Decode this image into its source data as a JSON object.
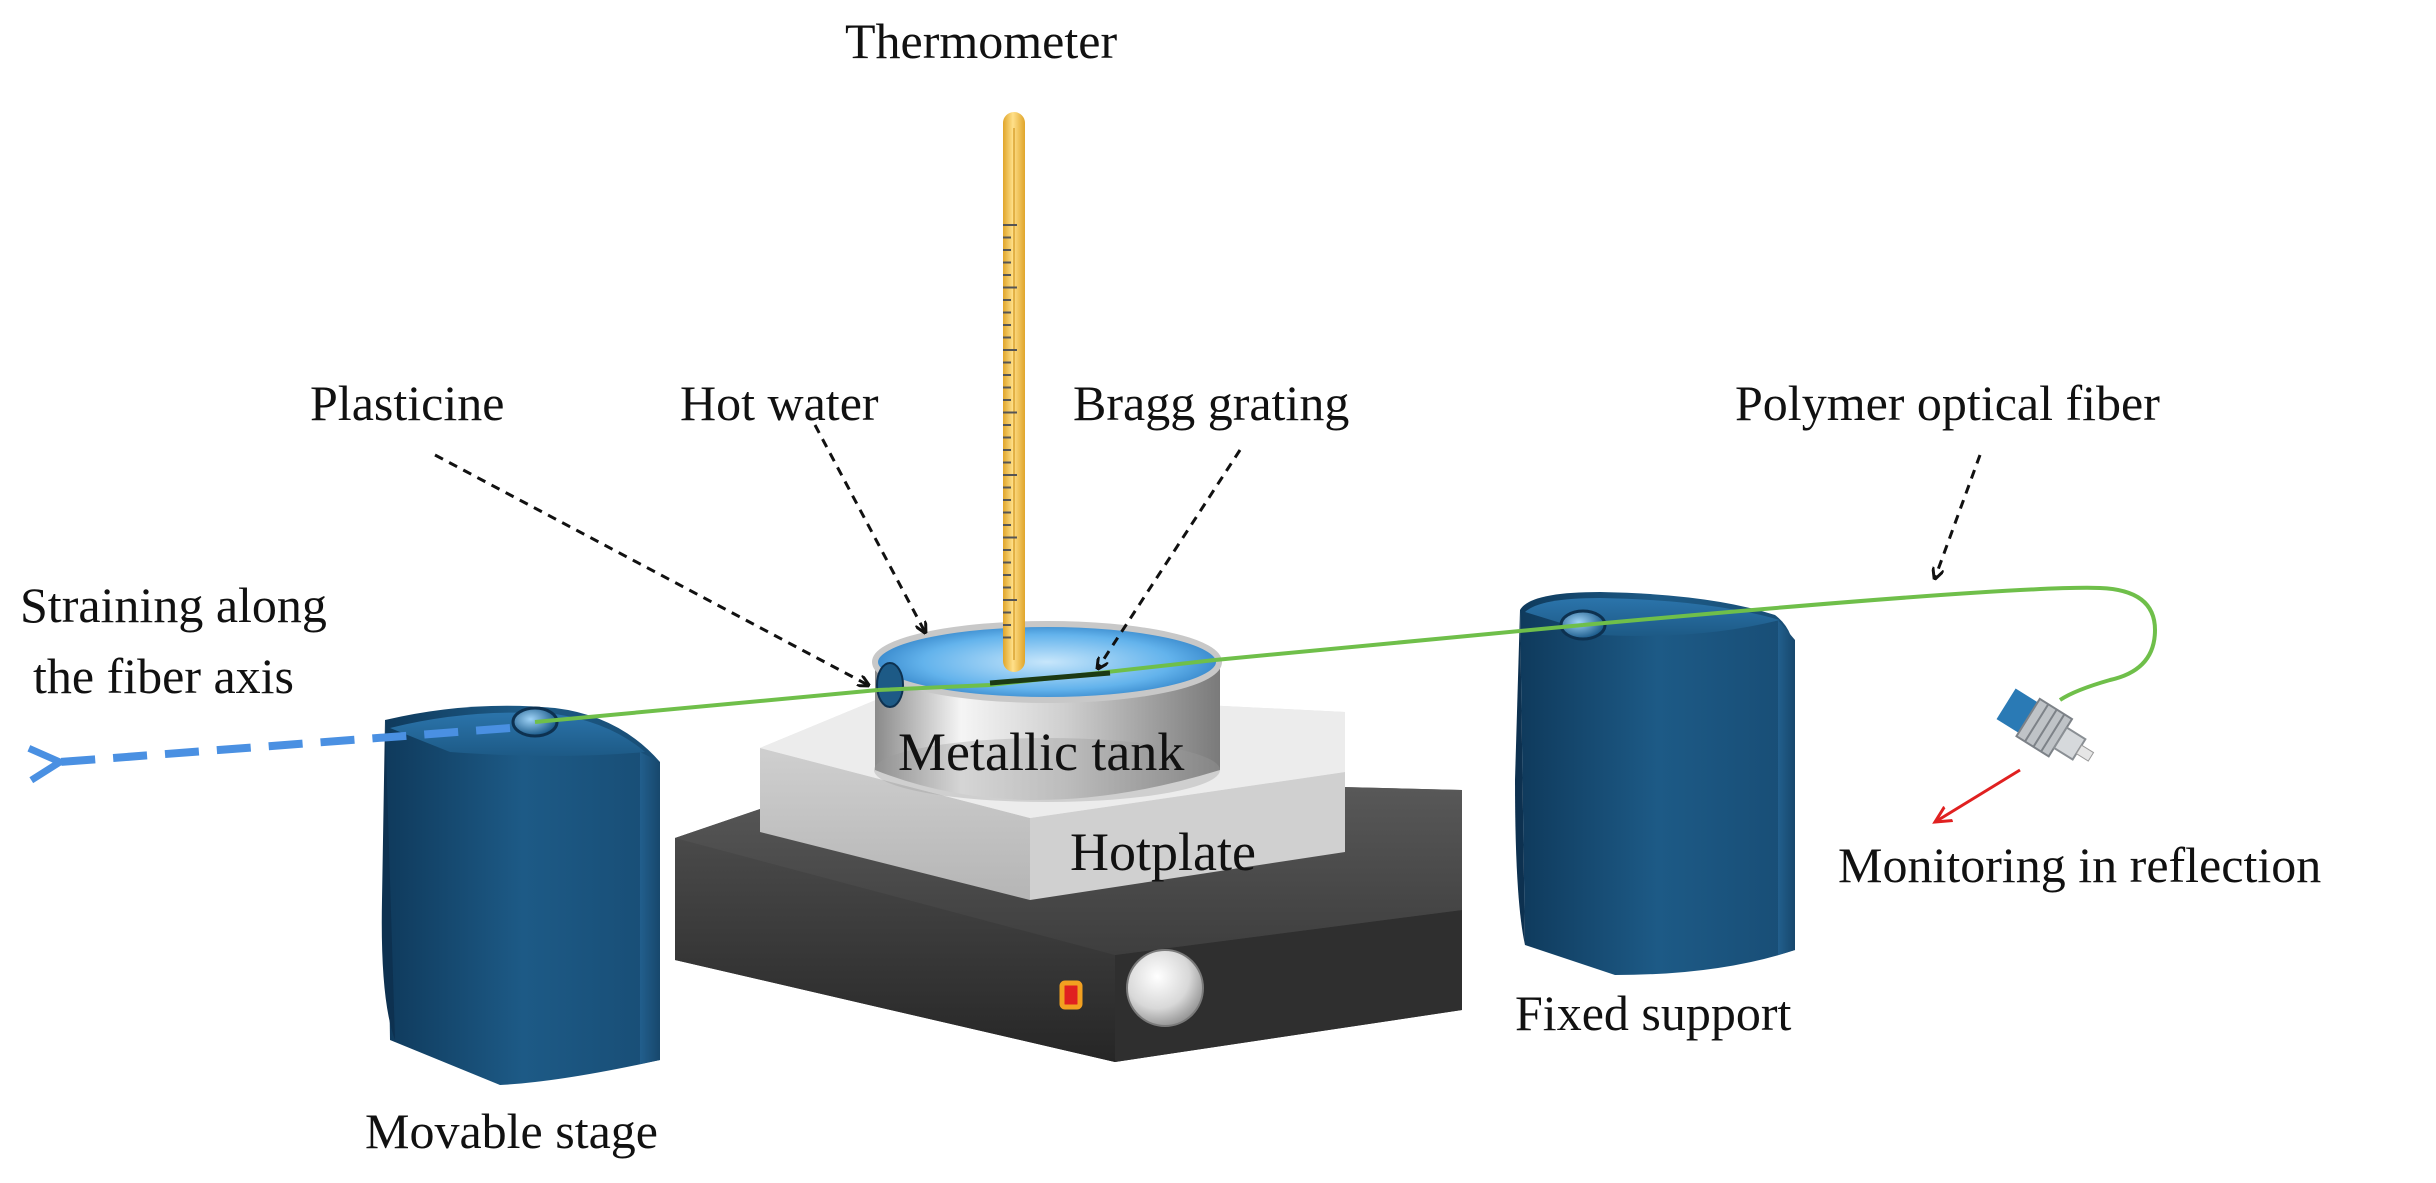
{
  "labels": {
    "thermometer": "Thermometer",
    "plasticine": "Plasticine",
    "hot_water": "Hot water",
    "bragg_grating": "Bragg grating",
    "polymer_optical_fiber": "Polymer optical fiber",
    "straining_line1": "Straining along",
    "straining_line2": "the fiber axis",
    "metallic_tank": "Metallic tank",
    "hotplate": "Hotplate",
    "monitoring": "Monitoring in reflection",
    "fixed_support": "Fixed support",
    "movable_stage": "Movable stage"
  },
  "colors": {
    "stage_blue": "#1d5a86",
    "fiber_green": "#6fbf4a",
    "water_blue": "#3b9be0",
    "thermometer_yellow": "#f2c24a",
    "hotplate_base": "#3b3b3b",
    "hotplate_top": "#d9d9d9",
    "strain_arrow": "#4a90e2",
    "monitor_arrow": "#e02020"
  },
  "icons": [
    "thermometer-icon",
    "knob-icon",
    "indicator-light-icon",
    "fiber-connector-icon"
  ]
}
